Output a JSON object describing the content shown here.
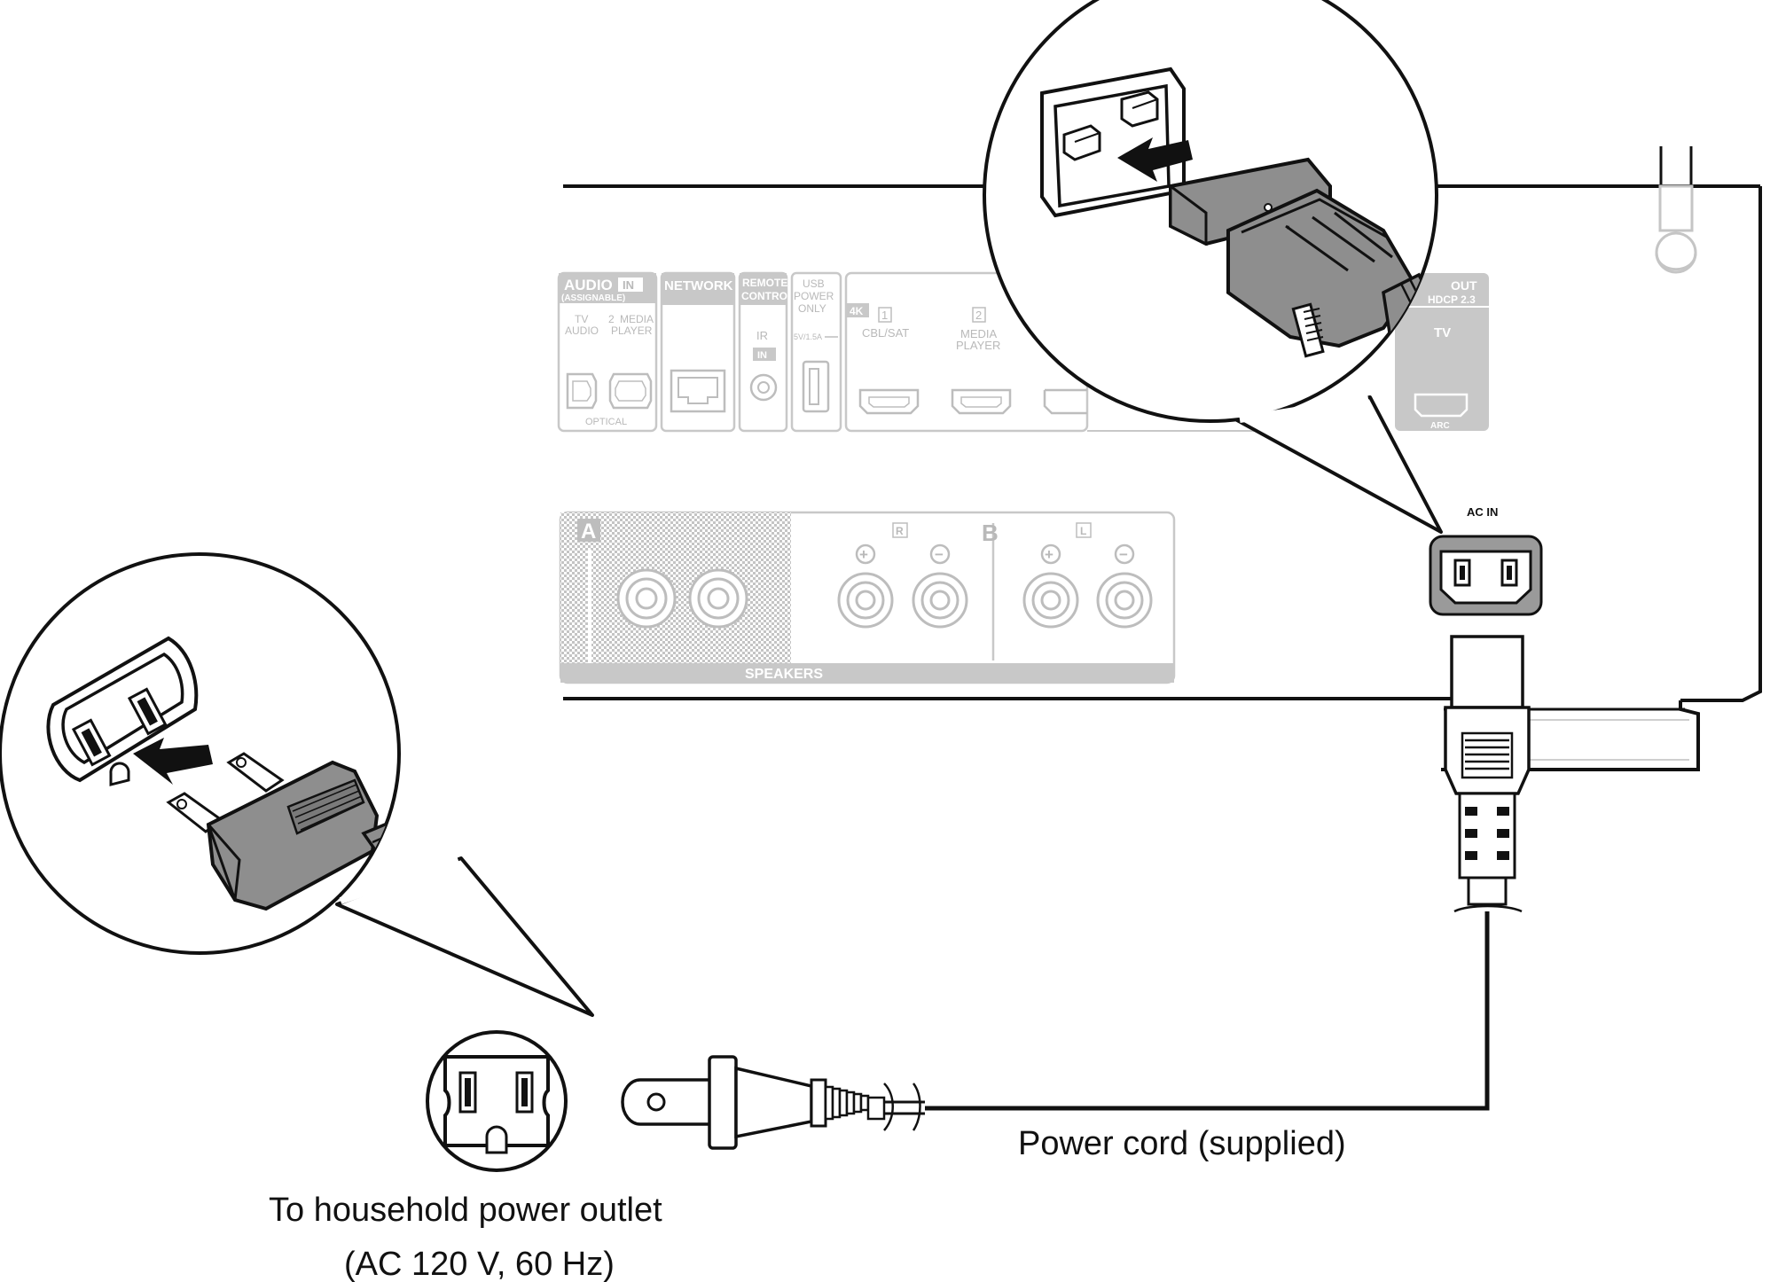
{
  "panel": {
    "audio_header": "AUDIO",
    "audio_in_badge": "IN",
    "audio_sub": "(ASSIGNABLE)",
    "tv_audio_1": "TV",
    "tv_audio_2": "AUDIO",
    "media_player_num": "2",
    "media_player_1": "MEDIA",
    "media_player_2": "PLAYER",
    "optical": "OPTICAL",
    "network": "NETWORK",
    "remote_1": "REMOTE",
    "remote_2": "CONTROL",
    "ir": "IR",
    "ir_in": "IN",
    "usb_1": "USB",
    "usb_2": "POWER",
    "usb_3": "ONLY",
    "usb_rating": "5V/1.5A",
    "hdmi_4k": "4K",
    "hdmi_in1_num": "1",
    "hdmi_in1_label": "CBL/SAT",
    "hdmi_in2_num": "2",
    "hdmi_in2_label_1": "MEDIA",
    "hdmi_in2_label_2": "PLAYER",
    "hdmi_out_header": "OUT",
    "hdmi_out_sub": "HDCP 2.3",
    "hdmi_out_tv": "TV",
    "hdmi_out_arc": "ARC",
    "speakers_a": "A",
    "speakers_b": "B",
    "speakers_r": "R",
    "speakers_l": "L",
    "plus": "+",
    "minus": "−",
    "speakers_label": "SPEAKERS",
    "ac_in_label": "AC IN"
  },
  "captions": {
    "power_cord": "Power cord (supplied)",
    "outlet_line1": "To household power outlet",
    "outlet_line2": "(AC 120 V, 60 Hz)"
  },
  "colors": {
    "ink": "#111111",
    "faint": "#bdbdbd",
    "plug_gray": "#8e8e8e"
  }
}
